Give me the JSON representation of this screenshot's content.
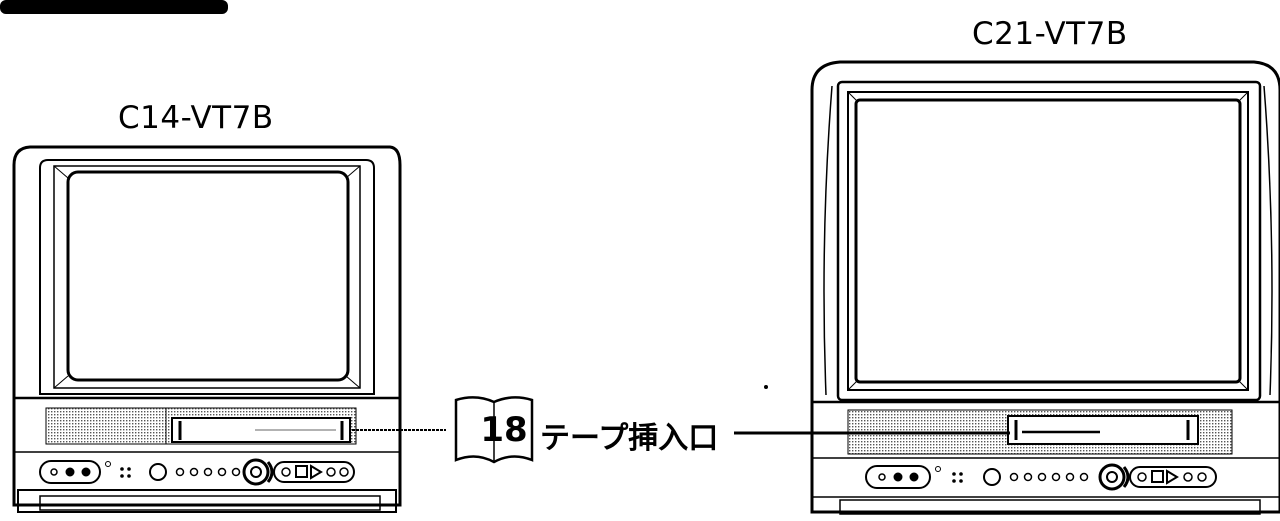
{
  "models": {
    "small": {
      "name": "C14-VT7B"
    },
    "large": {
      "name": "C21-VT7B"
    }
  },
  "callout": {
    "page_ref": "18",
    "label": "テープ挿入口"
  },
  "colors": {
    "ink": "#000000",
    "header_bar": "#000000",
    "background": "#ffffff"
  },
  "icons": [
    "book-icon",
    "cassette-slot-icon",
    "jog-dial-icon",
    "play-icon",
    "stop-icon"
  ]
}
